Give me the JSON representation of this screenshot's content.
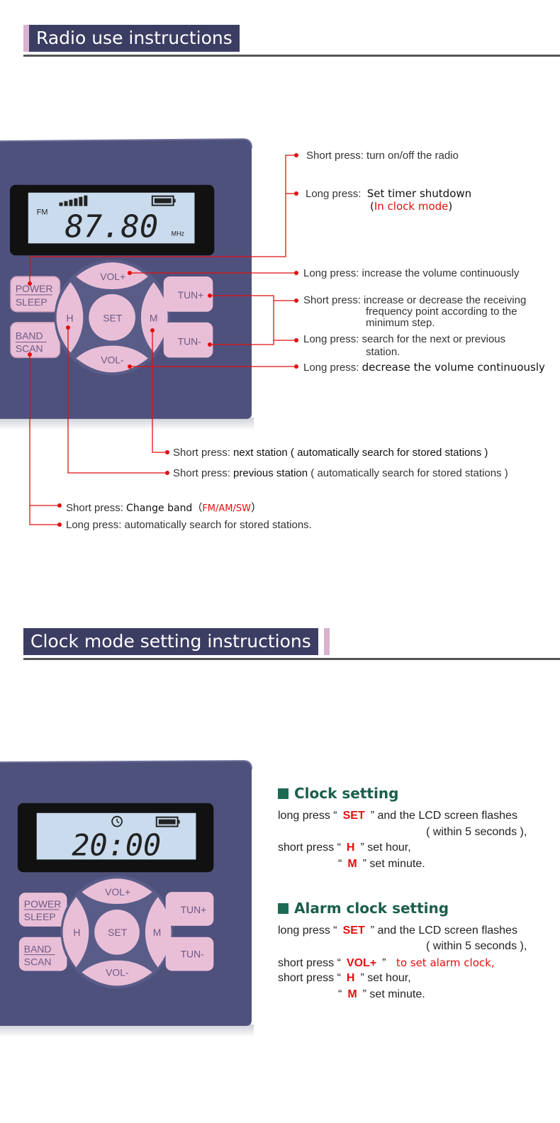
{
  "section1": {
    "title": "Radio use instructions"
  },
  "section2": {
    "title": "Clock mode setting instructions"
  },
  "device1": {
    "band": "FM",
    "frequency": "87.80",
    "unit": "MHz",
    "buttons": {
      "power": "POWER",
      "sleep": "SLEEP",
      "band": "BAND",
      "scan": "SCAN",
      "vol_up": "VOL+",
      "vol_down": "VOL-",
      "h": "H",
      "m": "M",
      "set": "SET",
      "tun_up": "TUN+",
      "tun_down": "TUN-"
    }
  },
  "device2": {
    "time": "20:00",
    "buttons": {
      "power": "POWER",
      "sleep": "SLEEP",
      "band": "BAND",
      "scan": "SCAN",
      "vol_up": "VOL+",
      "vol_down": "VOL-",
      "h": "H",
      "m": "M",
      "set": "SET",
      "tun_up": "TUN+",
      "tun_down": "TUN-"
    }
  },
  "radio_labels": {
    "power_short": "Short press:  turn on/off the radio",
    "power_long_a": "Long press:",
    "power_long_b": "Set timer shutdown",
    "power_long_c1": "(",
    "power_long_c2": "In clock mode",
    "power_long_c3": ")",
    "vol_up": "Long press: increase the volume continuously",
    "tun_short_1": "Short press: increase or decrease the receiving",
    "tun_short_2": "frequency point according to the",
    "tun_short_3": "minimum step.",
    "tun_long_1": "Long press: search for the next or previous",
    "tun_long_2": "station.",
    "vol_down_a": "Long press:",
    "vol_down_b": "decrease the volume continuously",
    "m_a": "Short press:",
    "m_b": "next station ( automatically search for stored stations )",
    "h_a": "Short press:",
    "h_b": "previous station",
    "h_c": "( automatically search for stored stations )",
    "band_a": "Short press:",
    "band_b": "Change band（",
    "band_c": "FM/AM/SW",
    "band_d": "）",
    "scan": "Long press: automatically search for stored stations."
  },
  "clock_setting": {
    "title": "Clock setting",
    "l1a": "long press “",
    "l1k": "SET",
    "l1b": "” and the LCD screen flashes",
    "l2": "( within 5 seconds ),",
    "l3a": "short press “",
    "l3k": "H",
    "l3b": "” set hour,",
    "l4a": "“",
    "l4k": "M",
    "l4b": "” set minute."
  },
  "alarm_setting": {
    "title": "Alarm clock setting",
    "l1a": "long press “",
    "l1k": "SET",
    "l1b": "” and the LCD screen flashes",
    "l2": "( within 5 seconds ),",
    "l3a": "short press “",
    "l3k": "VOL+",
    "l3b": "”",
    "l3c": "to set alarm clock,",
    "l4a": "short press “",
    "l4k": "H",
    "l4b": "” set hour,",
    "l5a": "“",
    "l5k": "M",
    "l5b": "” set minute."
  },
  "colors": {
    "accent_red": "#e30f0f",
    "device_body": "#4f517d",
    "button_pink": "#e9bfd8",
    "lcd": "#c9dbed",
    "title_bg": "#3b3d63",
    "green": "#1b6b54"
  }
}
